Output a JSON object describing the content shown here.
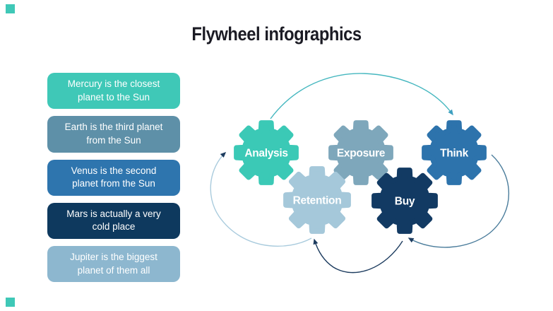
{
  "title": "Flywheel infographics",
  "title_color": "#1b1b24",
  "background_color": "#ffffff",
  "accent_color": "#3fc8b7",
  "corner_marks": {
    "top_left_color": "#3fc8b7",
    "bottom_left_color": "#3fc8b7"
  },
  "facts": [
    {
      "text": "Mercury is the closest planet to the Sun",
      "color": "#3fc8b7"
    },
    {
      "text": "Earth is the third planet from the Sun",
      "color": "#5e90a8"
    },
    {
      "text": "Venus is the second planet from the Sun",
      "color": "#2e75ae"
    },
    {
      "text": "Mars is actually a very cold place",
      "color": "#0e395e"
    },
    {
      "text": "Jupiter is the biggest planet of them all",
      "color": "#8db7cf"
    }
  ],
  "gears": [
    {
      "label": "Analysis",
      "color": "#3bc9b6"
    },
    {
      "label": "Exposure",
      "color": "#7ea7bb"
    },
    {
      "label": "Think",
      "color": "#2d73ac"
    },
    {
      "label": "Retention",
      "color": "#a5c8da"
    },
    {
      "label": "Buy",
      "color": "#123a63"
    }
  ],
  "arrows": [
    {
      "name": "analysis-to-think",
      "color": "#45b7bf",
      "head_color": "#3d9fc0"
    },
    {
      "name": "think-to-buy",
      "color": "#4a7c9b",
      "head_color": "#1d3c5f"
    },
    {
      "name": "buy-to-retention",
      "color": "#1d3c5f",
      "head_color": "#1d3c5f"
    },
    {
      "name": "retention-to-analysis",
      "color": "#a9cbdd",
      "head_color": "#1d3c5f"
    }
  ]
}
